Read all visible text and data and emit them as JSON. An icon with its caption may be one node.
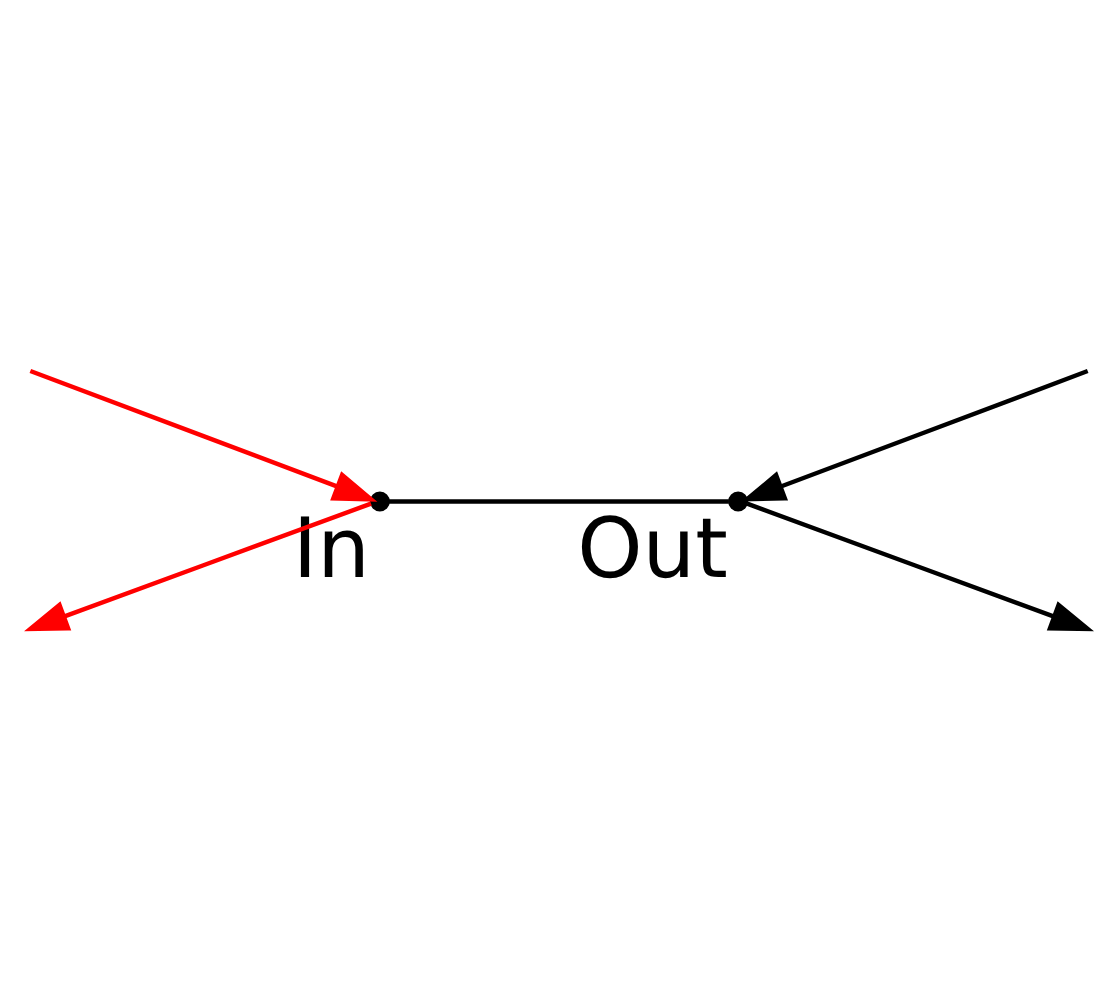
{
  "diagram": {
    "nodes": [
      {
        "text": [],
        "shape": "point",
        "beside": [
          "In"
        ]
      },
      {
        "text": [],
        "shape": "point",
        "beside": [
          "Out"
        ]
      }
    ],
    "edges": [
      {
        "from": null,
        "to": 0,
        "arrow": "to",
        "color": "#ff0000"
      },
      {
        "from": 0,
        "to": null,
        "arrow": "to",
        "color": "#ff0000"
      },
      {
        "from": 0,
        "to": 1,
        "arrow": "none"
      },
      {
        "from": null,
        "to": 1,
        "arrow": "to"
      },
      {
        "from": 1,
        "to": null,
        "arrow": "to"
      }
    ]
  }
}
